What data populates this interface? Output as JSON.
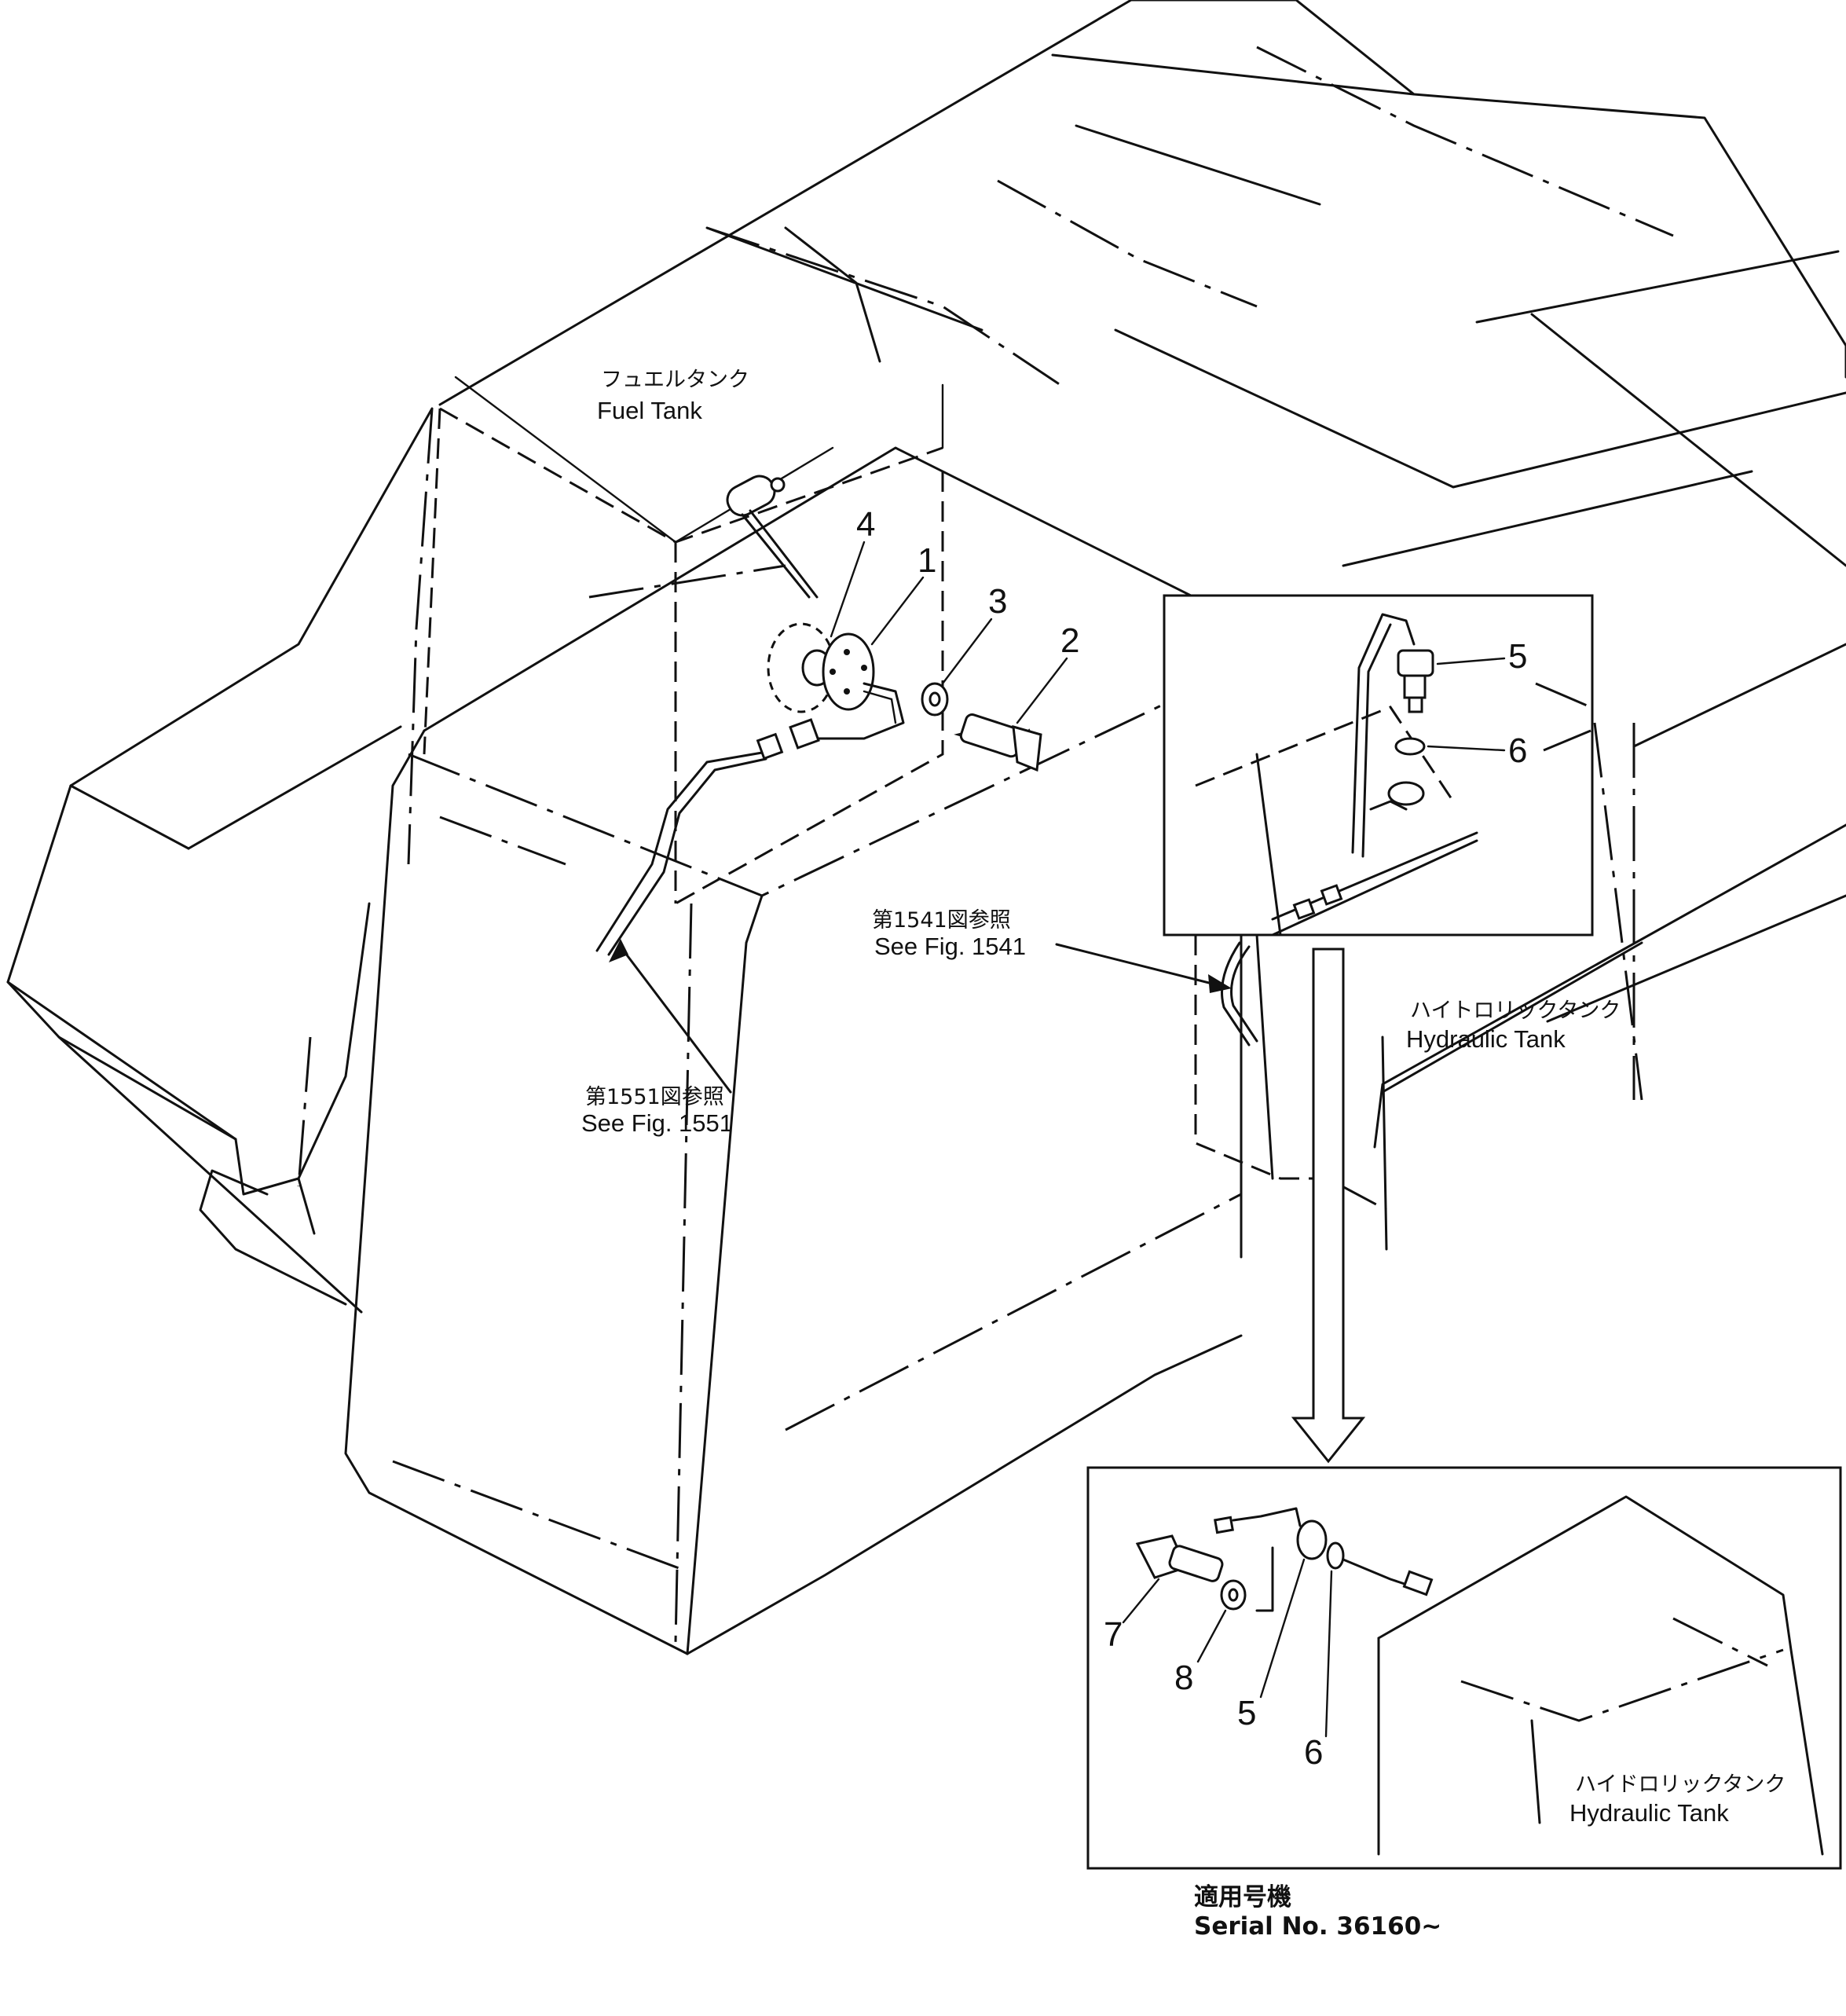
{
  "labels": {
    "fuel_tank_jp": "フュエルタンク",
    "fuel_tank_en": "Fuel  Tank",
    "hyd_tank_jp_1": "ハイトロリックタンク",
    "hyd_tank_en_1": "Hydraulic  Tank",
    "hyd_tank_jp_2": "ハイドロリックタンク",
    "hyd_tank_en_2": "Hydraulic  Tank",
    "ref_1541_jp": "第1541図参照",
    "ref_1541_en": "See  Fig.  1541",
    "ref_1551_jp": "第1551図参照",
    "ref_1551_en": "See  Fig.  1551",
    "serial_jp": "適用号機",
    "serial_en": "Serial  No.  36160~"
  },
  "callouts": {
    "p1": "1",
    "p2": "2",
    "p3": "3",
    "p4": "4",
    "p5a": "5",
    "p6a": "6",
    "p7": "7",
    "p8": "8",
    "p5b": "5",
    "p6b": "6"
  }
}
